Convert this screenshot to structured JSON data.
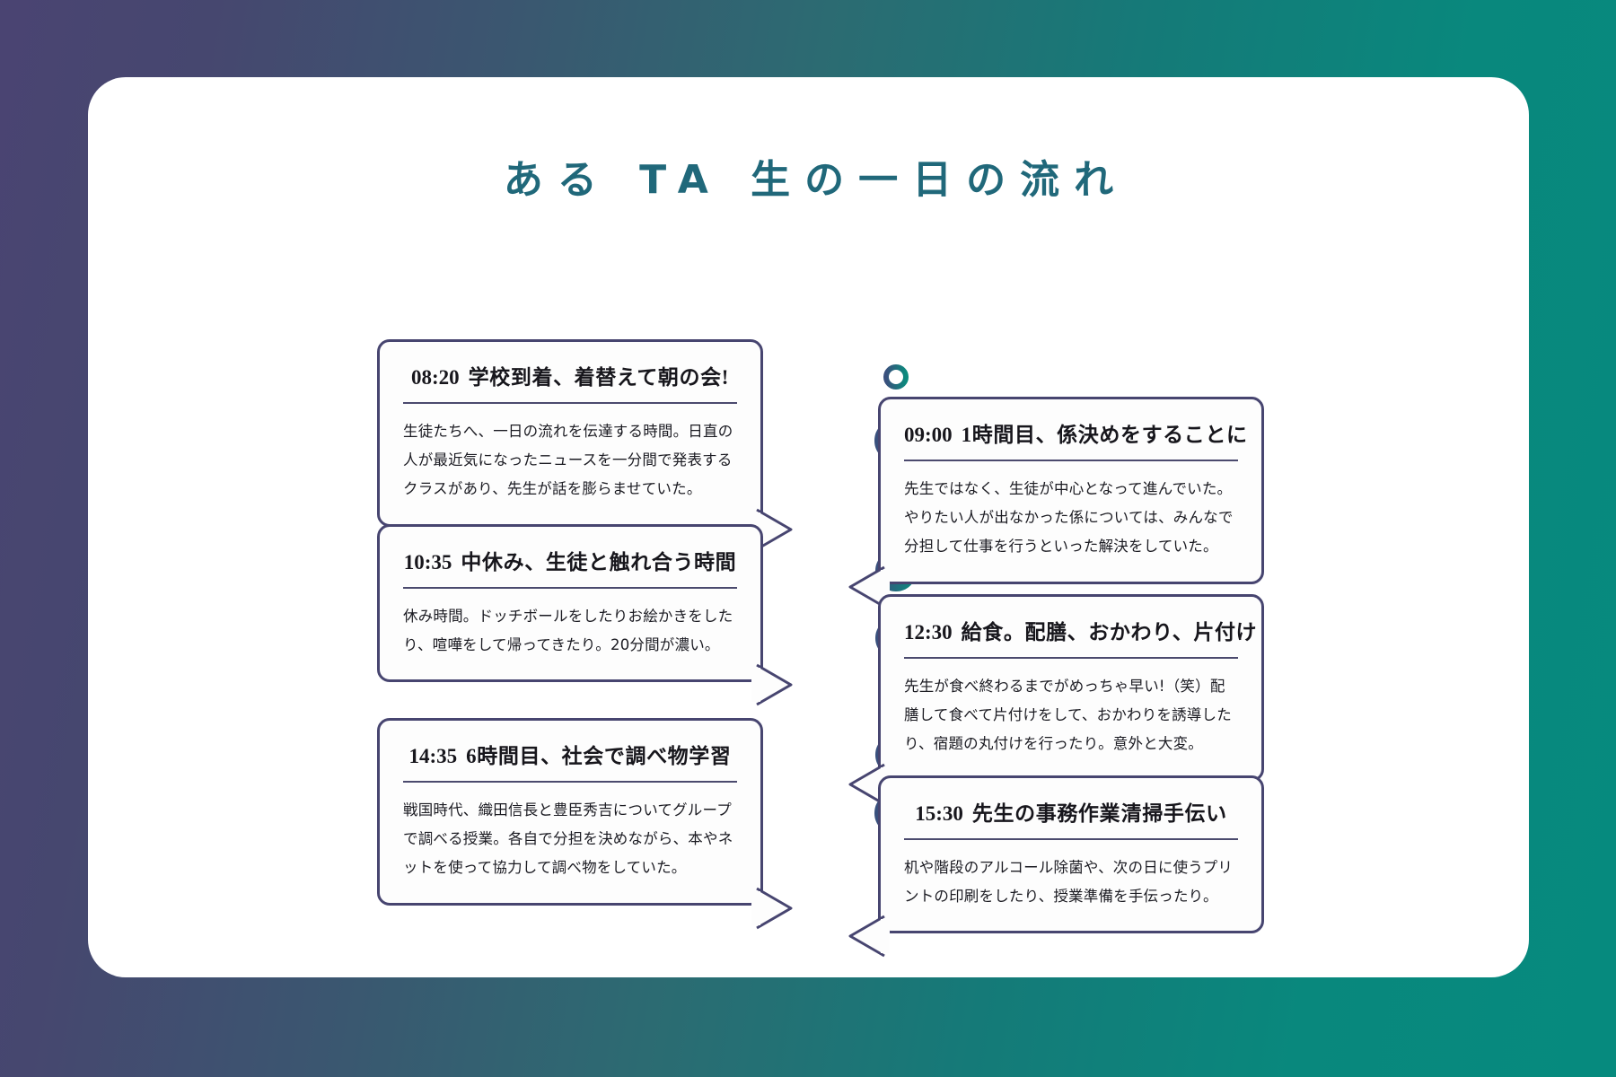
{
  "theme": {
    "bg_gradient_from": "#4a4472",
    "bg_gradient_to": "#068a7e",
    "panel_bg": "#ffffff",
    "title_color": "#20687a",
    "card_border": "#474570",
    "timeline_color_top": "#1f6f7c",
    "timeline_color_bottom": "#0e8a7d",
    "body_text_color": "#1b1b22"
  },
  "page": {
    "title": "ある TA 生の一日の流れ"
  },
  "timeline": {
    "nodes": [
      {
        "id": "node-start",
        "size": "small",
        "label": "start-marker"
      },
      {
        "id": "node-0820",
        "size": "large",
        "label": "08:20 / 09:00"
      },
      {
        "id": "node-1035",
        "size": "large",
        "label": "10:35"
      },
      {
        "id": "node-1230",
        "size": "large",
        "label": "12:30"
      },
      {
        "id": "node-1435",
        "size": "large",
        "label": "14:35"
      },
      {
        "id": "node-1530",
        "size": "large",
        "label": "15:30"
      },
      {
        "id": "node-end",
        "size": "small",
        "label": "end-marker"
      }
    ]
  },
  "events": [
    {
      "side": "left",
      "time": "08:20",
      "title": "学校到着、着替えて朝の会!",
      "body": "生徒たちへ、一日の流れを伝達する時間。日直の人が最近気になったニュースを一分間で発表するクラスがあり、先生が話を膨らませていた。"
    },
    {
      "side": "right",
      "time": "09:00",
      "title": "1時間目、係決めをすることに",
      "body": "先生ではなく、生徒が中心となって進んでいた。やりたい人が出なかった係については、みんなで分担して仕事を行うといった解決をしていた。"
    },
    {
      "side": "left",
      "time": "10:35",
      "title": "中休み、生徒と触れ合う時間",
      "body": "休み時間。ドッチボールをしたりお絵かきをしたり、喧嘩をして帰ってきたり。20分間が濃い。"
    },
    {
      "side": "right",
      "time": "12:30",
      "title": "給食。配膳、おかわり、片付け",
      "body": "先生が食べ終わるまでがめっちゃ早い!（笑）配膳して食べて片付けをして、おかわりを誘導したり、宿題の丸付けを行ったり。意外と大変。"
    },
    {
      "side": "left",
      "time": "14:35",
      "title": "6時間目、社会で調べ物学習",
      "body": "戦国時代、織田信長と豊臣秀吉についてグループで調べる授業。各自で分担を決めながら、本やネットを使って協力して調べ物をしていた。"
    },
    {
      "side": "right",
      "time": "15:30",
      "title": "先生の事務作業𛀙清掃手伝い",
      "body": "机や階段のアルコール除菌や、次の日に使うプリントの印刷をしたり、授業準備を手伝ったり。"
    }
  ]
}
